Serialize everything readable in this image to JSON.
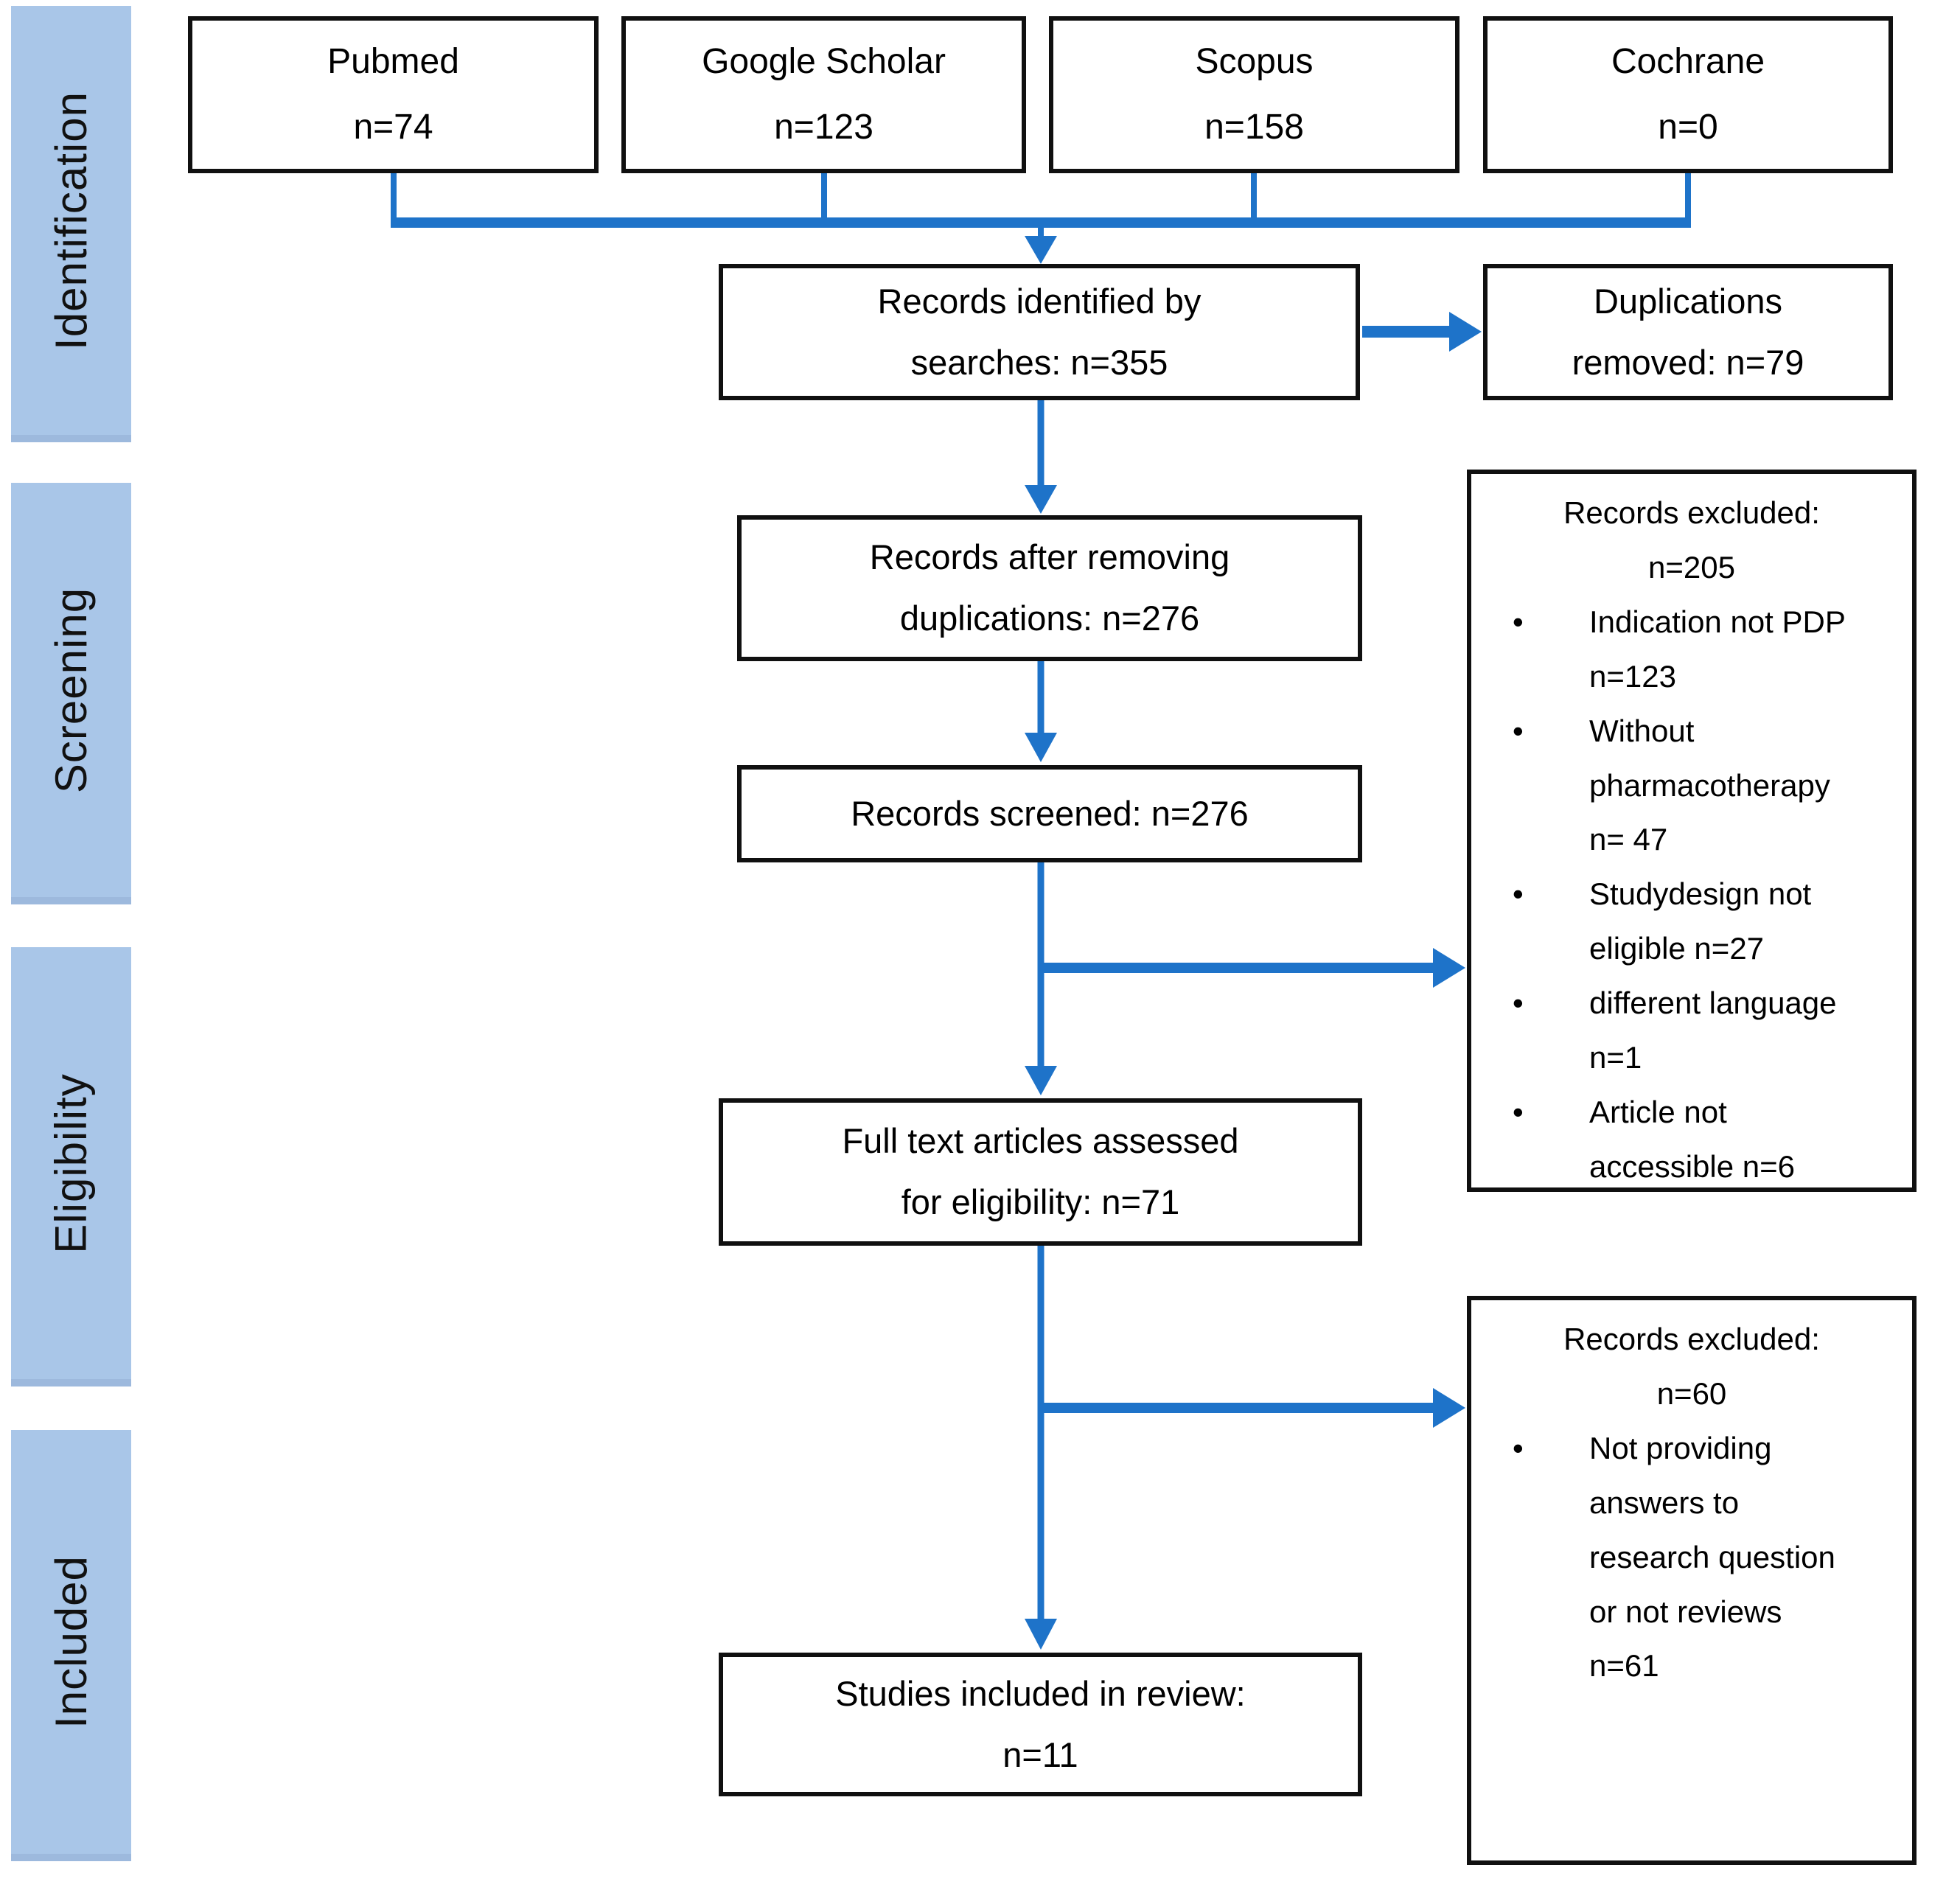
{
  "colors": {
    "arrow": "#1e73c9",
    "sidebar": "#a9c6e8",
    "sidebar_edge": "#9db9dd",
    "box_border": "#101010"
  },
  "sidebar": {
    "stages": [
      {
        "label": "Identification"
      },
      {
        "label": "Screening"
      },
      {
        "label": "Eligibility"
      },
      {
        "label": "Included"
      }
    ]
  },
  "sources": [
    {
      "name": "Pubmed",
      "count": "n=74"
    },
    {
      "name": "Google Scholar",
      "count": "n=123"
    },
    {
      "name": "Scopus",
      "count": "n=158"
    },
    {
      "name": "Cochrane",
      "count": "n=0"
    }
  ],
  "flow": {
    "identified": {
      "lines": [
        "Records identified by",
        "searches: n=355"
      ]
    },
    "duplications": {
      "lines": [
        "Duplications",
        "removed: n=79"
      ]
    },
    "after_removing": {
      "lines": [
        "Records after removing",
        "duplications: n=276"
      ]
    },
    "screened": {
      "lines": [
        "Records screened: n=276"
      ]
    },
    "full_text": {
      "lines": [
        "Full text articles assessed",
        "for eligibility: n=71"
      ]
    },
    "included": {
      "lines": [
        "Studies included in review:",
        "n=11"
      ]
    }
  },
  "excluded_screening": {
    "title": "Records excluded:",
    "count": "n=205",
    "reasons": [
      {
        "lines": [
          "Indication not PDP",
          "n=123"
        ]
      },
      {
        "lines": [
          "Without",
          "pharmacotherapy",
          "n= 47"
        ]
      },
      {
        "lines": [
          "Studydesign not",
          "eligible n=27"
        ]
      },
      {
        "lines": [
          "different language",
          "n=1"
        ]
      },
      {
        "lines": [
          "Article not",
          "accessible n=6"
        ]
      }
    ]
  },
  "excluded_eligibility": {
    "title": "Records excluded:",
    "count": "n=60",
    "reasons": [
      {
        "lines": [
          "Not providing",
          "answers to",
          "research question",
          "or not reviews",
          "n=61"
        ]
      }
    ]
  }
}
